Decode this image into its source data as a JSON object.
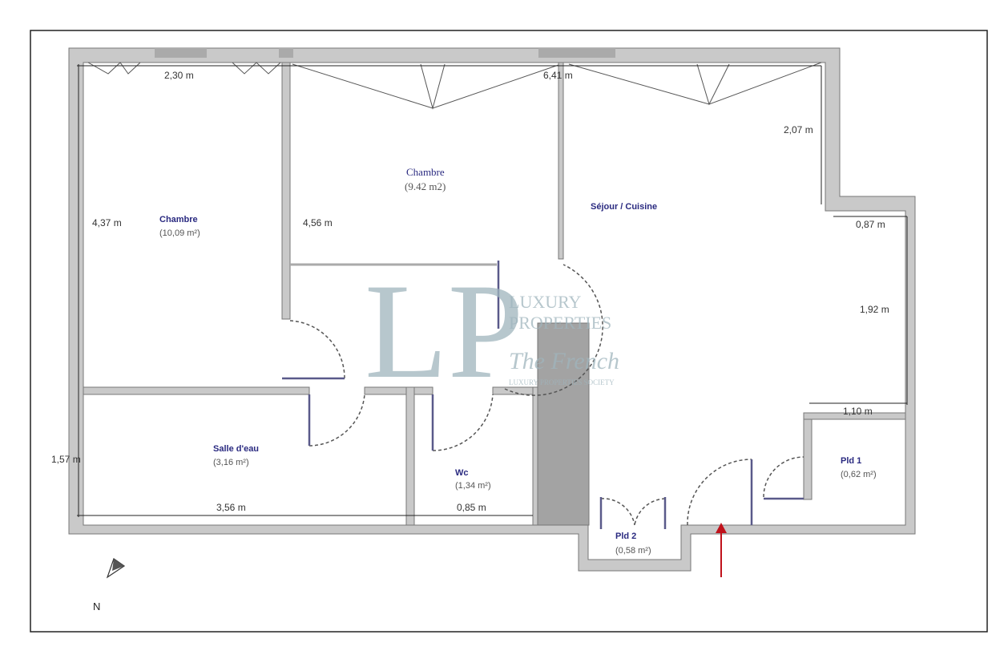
{
  "rooms": {
    "chambre1": {
      "name": "Chambre",
      "area": "(10,09 m²)"
    },
    "chambre2": {
      "name": "Chambre",
      "area": "(9.42 m2)"
    },
    "sejour": {
      "name": "Séjour / Cuisine"
    },
    "salle_eau": {
      "name": "Salle d'eau",
      "area": "(3,16 m²)"
    },
    "wc": {
      "name": "Wc",
      "area": "(1,34 m²)"
    },
    "pld1": {
      "name": "Pld 1",
      "area": "(0,62 m²)"
    },
    "pld2": {
      "name": "Pld 2",
      "area": "(0,58 m²)"
    }
  },
  "dimensions": {
    "top_left": "2,30 m",
    "top_right": "6,41 m",
    "chambre1_height": "4,37 m",
    "chambre2_height": "4,56 m",
    "right_top": "2,07 m",
    "right_step": "0,87 m",
    "right_mid": "1,92 m",
    "pld1_width": "1,10 m",
    "left_bottom": "1,57 m",
    "salle_eau_width": "3,56 m",
    "wc_width": "0,85 m"
  },
  "compass": {
    "label": "N"
  },
  "watermark": {
    "monogram": "LP",
    "line1": "LUXURY",
    "line2": "PROPERTIES",
    "script": "The French",
    "tagline": "LUXURY PROPERTIES SOCIETY"
  },
  "colors": {
    "wall": "#c9c9c9",
    "shaft": "#a3a3a3",
    "entry_arrow": "#c0121b",
    "room_label": "#2a2a80"
  }
}
